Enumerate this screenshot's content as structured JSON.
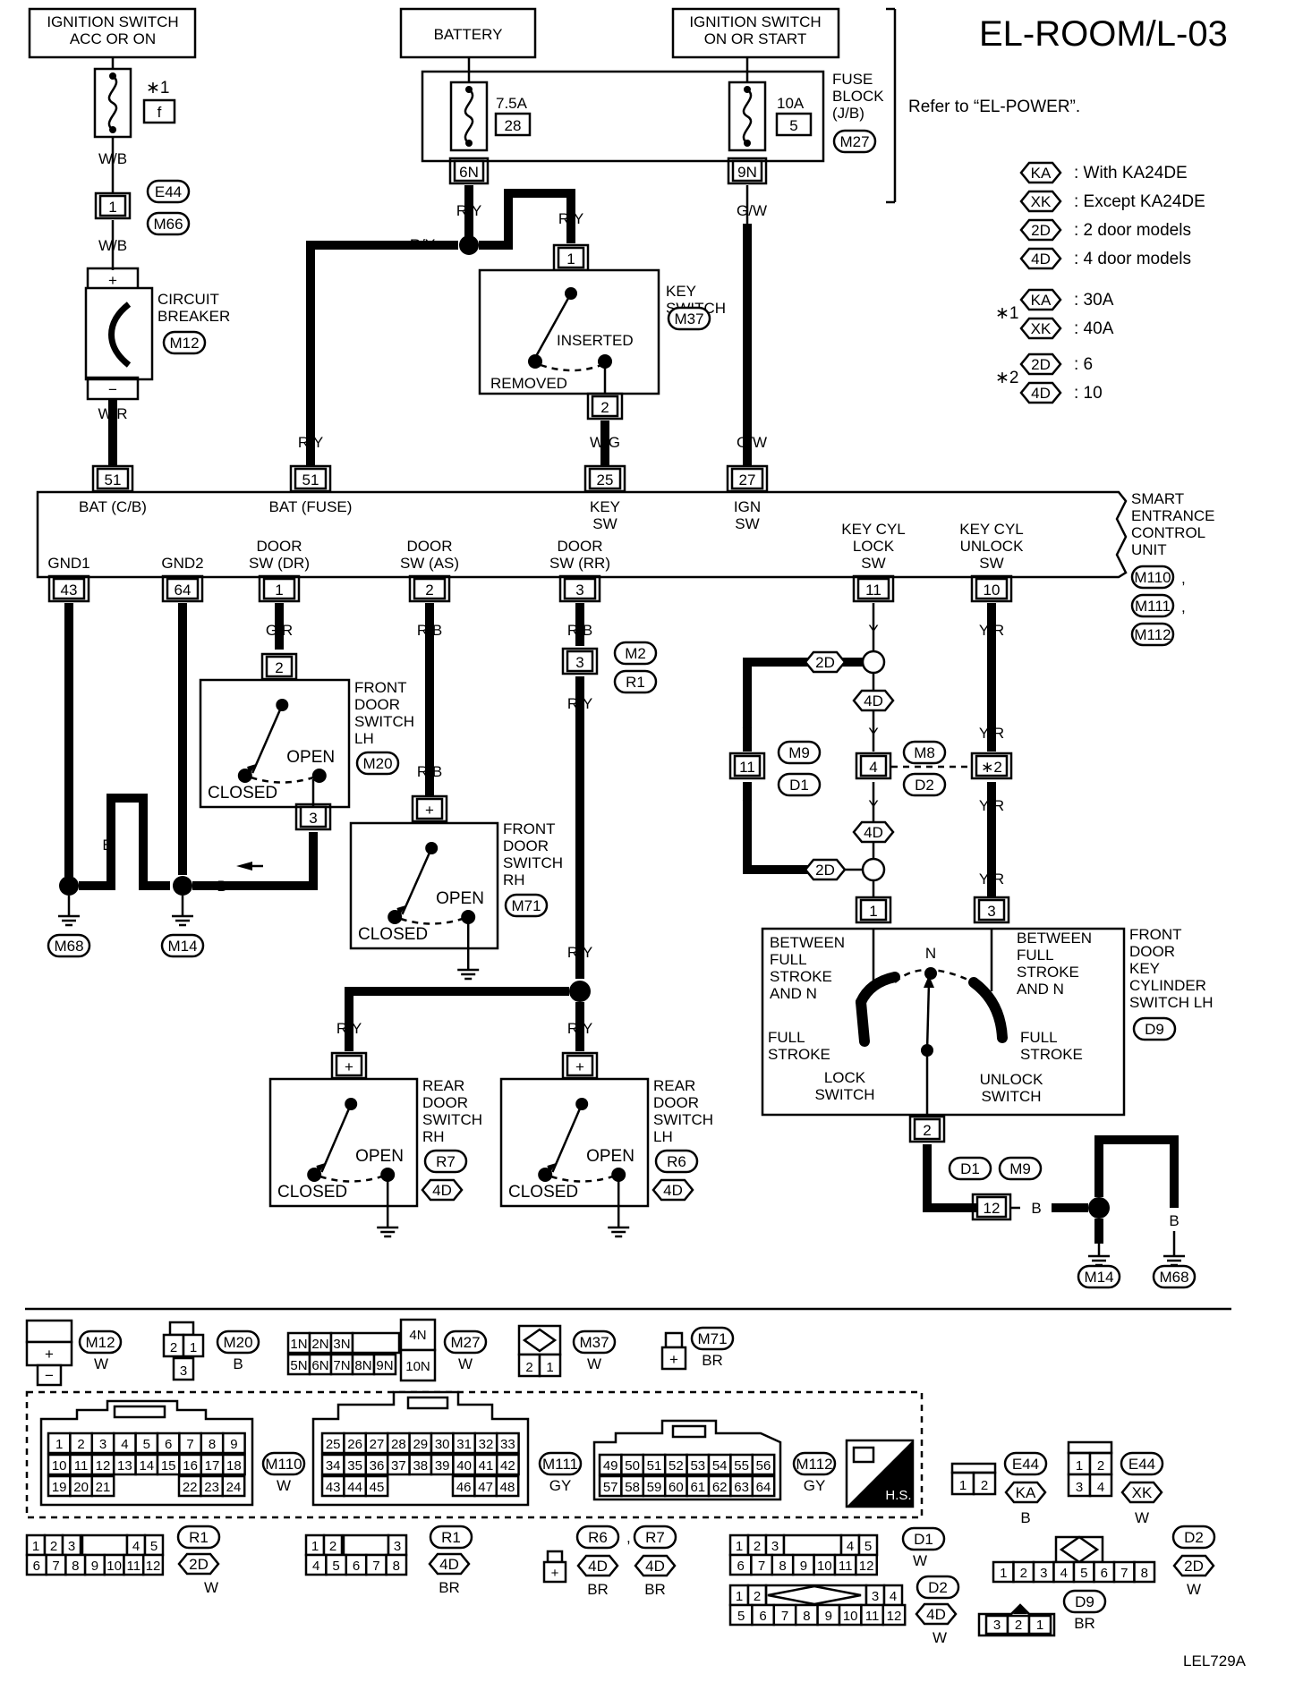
{
  "title": "EL-ROOM/L-03",
  "figure_id": "LEL729A",
  "refer_note": "Refer to “EL-POWER”.",
  "colors": {
    "ink": "#000000",
    "paper": "#ffffff"
  },
  "legend": [
    {
      "tag": "KA",
      "text": ": With KA24DE"
    },
    {
      "tag": "XK",
      "text": ": Except KA24DE"
    },
    {
      "tag": "2D",
      "text": ": 2 door models"
    },
    {
      "tag": "4D",
      "text": ": 4 door models"
    }
  ],
  "star_notes": [
    {
      "mark": "∗1",
      "rows": [
        {
          "tag": "KA",
          "text": ": 30A"
        },
        {
          "tag": "XK",
          "text": ": 40A"
        }
      ]
    },
    {
      "mark": "∗2",
      "rows": [
        {
          "tag": "2D",
          "text": ": 6"
        },
        {
          "tag": "4D",
          "text": ": 10"
        }
      ]
    }
  ],
  "sources": {
    "ign_acc": [
      "IGNITION SWITCH",
      "ACC OR ON"
    ],
    "battery": "BATTERY",
    "ign_on": [
      "IGNITION SWITCH",
      "ON OR START"
    ]
  },
  "fuse_block": {
    "label": [
      "FUSE",
      "BLOCK",
      "(J/B)"
    ],
    "conn": "M27",
    "fuses": [
      {
        "amp": "7.5A",
        "num": "28",
        "pin": "6N"
      },
      {
        "amp": "10A",
        "num": "5",
        "pin": "9N"
      }
    ]
  },
  "fuse_star": {
    "mark": "∗1",
    "num": "f"
  },
  "circuit_breaker": {
    "label": [
      "CIRCUIT",
      "BREAKER"
    ],
    "conn": "M12",
    "plus": "+",
    "minus": "−"
  },
  "joint_e44": {
    "pin": "1",
    "conn_a": "E44",
    "conn_b": "M66"
  },
  "key_switch": {
    "label": [
      "KEY",
      "SWITCH"
    ],
    "conn": "M37",
    "pin_in": "1",
    "pin_out": "2",
    "inserted": "INSERTED",
    "removed": "REMOVED"
  },
  "wires": {
    "wb": "W/B",
    "wr": "W/R",
    "ry": "R/Y",
    "wg": "W/G",
    "gw": "G/W",
    "b": "B",
    "gr": "G/R",
    "rb": "R/B",
    "y": "Y",
    "yr": "Y/R"
  },
  "unit": {
    "label": [
      "SMART",
      "ENTRANCE",
      "CONTROL",
      "UNIT"
    ],
    "conns": [
      "M110",
      "M111",
      "M112"
    ],
    "top_pins": [
      {
        "pin": "51",
        "name": [
          "BAT (C/B)"
        ]
      },
      {
        "pin": "51",
        "name": [
          "BAT (FUSE)"
        ]
      },
      {
        "pin": "25",
        "name": [
          "KEY",
          "SW"
        ]
      },
      {
        "pin": "27",
        "name": [
          "IGN",
          "SW"
        ]
      }
    ],
    "bottom_pins": [
      {
        "pin": "43",
        "name": [
          "GND1"
        ]
      },
      {
        "pin": "64",
        "name": [
          "GND2"
        ]
      },
      {
        "pin": "1",
        "name": [
          "DOOR",
          "SW  (DR)"
        ]
      },
      {
        "pin": "2",
        "name": [
          "DOOR",
          "SW  (AS)"
        ]
      },
      {
        "pin": "3",
        "name": [
          "DOOR",
          "SW  (RR)"
        ]
      },
      {
        "pin": "11",
        "name": [
          "KEY CYL",
          "LOCK",
          "SW"
        ]
      },
      {
        "pin": "10",
        "name": [
          "KEY CYL",
          "UNLOCK",
          "SW"
        ]
      }
    ]
  },
  "door_switches": {
    "front_lh": {
      "label": [
        "FRONT",
        "DOOR",
        "SWITCH",
        "LH"
      ],
      "conn": "M20",
      "pin_in": "2",
      "pin_out": "3"
    },
    "front_rh": {
      "label": [
        "FRONT",
        "DOOR",
        "SWITCH",
        "RH"
      ],
      "conn": "M71",
      "pin_in": "+"
    },
    "rear_rh": {
      "label": [
        "REAR",
        "DOOR",
        "SWITCH",
        "RH"
      ],
      "conn": "R7",
      "tag": "4D",
      "pin_in": "+"
    },
    "rear_lh": {
      "label": [
        "REAR",
        "DOOR",
        "SWITCH",
        "LH"
      ],
      "conn": "R6",
      "tag": "4D",
      "pin_in": "+"
    },
    "open": "OPEN",
    "closed": "CLOSED"
  },
  "joints": {
    "m2_r1": {
      "pin": "3",
      "conn_a": "M2",
      "conn_b": "R1"
    },
    "m9_d1": {
      "pin": "11",
      "conn_a": "M9",
      "conn_b": "D1"
    },
    "m8_d2": {
      "pin_a": "4",
      "pin_b": "∗2",
      "conn_a": "M8",
      "conn_b": "D2"
    },
    "d1_m9": {
      "pin": "12",
      "conn_a": "D1",
      "conn_b": "M9"
    }
  },
  "grounds": [
    "M68",
    "M14",
    "M14",
    "M68"
  ],
  "key_cylinder": {
    "label": [
      "FRONT",
      "DOOR",
      "KEY",
      "CYLINDER",
      "SWITCH LH"
    ],
    "conn": "D9",
    "pins": [
      "1",
      "3",
      "2"
    ],
    "n": "N",
    "left_text": [
      "BETWEEN",
      "FULL",
      "STROKE",
      "AND N"
    ],
    "right_text": [
      "BETWEEN",
      "FULL",
      "STROKE",
      "AND N"
    ],
    "full_left": [
      "FULL",
      "STROKE"
    ],
    "full_right": [
      "FULL",
      "STROKE"
    ],
    "lock": [
      "LOCK",
      "SWITCH"
    ],
    "unlock": [
      "UNLOCK",
      "SWITCH"
    ]
  },
  "connector_views": {
    "m12": {
      "id": "M12",
      "color": "W",
      "pins": [
        "+",
        "−"
      ]
    },
    "m20": {
      "id": "M20",
      "color": "B",
      "pins": [
        "2",
        "1",
        "3"
      ]
    },
    "m27": {
      "id": "M27",
      "color": "W",
      "row1": [
        "1N",
        "2N",
        "3N"
      ],
      "row2": [
        "5N",
        "6N",
        "7N",
        "8N",
        "9N"
      ],
      "side": [
        "4N",
        "10N"
      ]
    },
    "m37": {
      "id": "M37",
      "color": "W",
      "pins": [
        "2",
        "1"
      ]
    },
    "m71": {
      "id": "M71",
      "color": "BR",
      "pins": [
        "+"
      ]
    },
    "m110": {
      "id": "M110",
      "color": "W",
      "row1": [
        "1",
        "2",
        "3",
        "4",
        "5",
        "6",
        "7",
        "8",
        "9"
      ],
      "row2": [
        "10",
        "11",
        "12",
        "13",
        "14",
        "15",
        "16",
        "17",
        "18"
      ],
      "row3a": [
        "19",
        "20",
        "21"
      ],
      "row3b": [
        "22",
        "23",
        "24"
      ]
    },
    "m111": {
      "id": "M111",
      "color": "GY",
      "row1": [
        "25",
        "26",
        "27",
        "28",
        "29",
        "30",
        "31",
        "32",
        "33"
      ],
      "row2": [
        "34",
        "35",
        "36",
        "37",
        "38",
        "39",
        "40",
        "41",
        "42"
      ],
      "row3a": [
        "43",
        "44",
        "45"
      ],
      "row3b": [
        "46",
        "47",
        "48"
      ]
    },
    "m112": {
      "id": "M112",
      "color": "GY",
      "row1": [
        "49",
        "50",
        "51",
        "52",
        "53",
        "54",
        "55",
        "56"
      ],
      "row2": [
        "57",
        "58",
        "59",
        "60",
        "61",
        "62",
        "63",
        "64"
      ]
    },
    "hs": "H.S.",
    "e44_ka": {
      "id": "E44",
      "tag": "KA",
      "color": "B",
      "pins": [
        "1",
        "2"
      ]
    },
    "e44_xk": {
      "id": "E44",
      "tag": "XK",
      "color": "W",
      "pins": [
        "1",
        "2",
        "3",
        "4"
      ]
    },
    "r1_2d": {
      "id": "R1",
      "tag": "2D",
      "color": "W",
      "row1": [
        "1",
        "2",
        "3",
        "4",
        "5"
      ],
      "row2": [
        "6",
        "7",
        "8",
        "9",
        "10",
        "11",
        "12"
      ]
    },
    "r1_4d": {
      "id": "R1",
      "tag": "4D",
      "color": "BR",
      "row1": [
        "1",
        "2",
        "3"
      ],
      "row2": [
        "4",
        "5",
        "6",
        "7",
        "8"
      ]
    },
    "r6": {
      "id": "R6",
      "tag": "4D",
      "color": "BR"
    },
    "r7": {
      "id": "R7",
      "tag": "4D",
      "color": "BR",
      "pins": [
        "+"
      ]
    },
    "d1": {
      "id": "D1",
      "color": "W",
      "row1": [
        "1",
        "2",
        "3",
        "4",
        "5"
      ],
      "row2": [
        "6",
        "7",
        "8",
        "9",
        "10",
        "11",
        "12"
      ]
    },
    "d2_2d": {
      "id": "D2",
      "tag": "2D",
      "color": "W",
      "pins": [
        "1",
        "2",
        "3",
        "4",
        "5",
        "6",
        "7",
        "8"
      ]
    },
    "d2_4d": {
      "id": "D2",
      "tag": "4D",
      "color": "W",
      "row1": [
        "1",
        "2",
        "3",
        "4"
      ],
      "row2": [
        "5",
        "6",
        "7",
        "8",
        "9",
        "10",
        "11",
        "12"
      ]
    },
    "d9": {
      "id": "D9",
      "color": "BR",
      "pins": [
        "3",
        "2",
        "1"
      ]
    }
  },
  "comma": ","
}
